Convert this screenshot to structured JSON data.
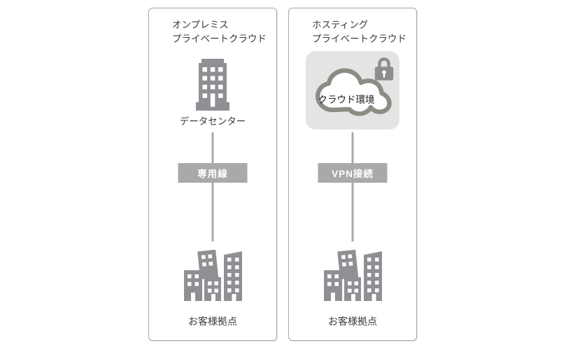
{
  "colors": {
    "icon_gray": "#8f9094",
    "badge_gray": "#a9a9a9",
    "line_gray": "#a9a9a9",
    "cloud_stroke": "#8c8c85",
    "cloud_fill": "#ffffff",
    "box_gray": "#e4e4e4",
    "lock_gray": "#8d8d8d",
    "panel_border": "#a6a6a6",
    "text_dark": "#3a3a3a",
    "badge_text": "#ffffff"
  },
  "panels": [
    {
      "title_line1": "オンプレミス",
      "title_line2": "プライベートクラウド",
      "node_icon": "office-building-icon",
      "node_label": "データセンター",
      "connection_label": "専用線",
      "site_icon": "city-buildings-icon",
      "site_label": "お客様拠点"
    },
    {
      "title_line1": "ホスティング",
      "title_line2": "プライベートクラウド",
      "node_icon": "secure-cloud-icon",
      "node_label": "クラウド環境",
      "connection_label": "VPN接続",
      "site_icon": "city-buildings-icon",
      "site_label": "お客様拠点"
    }
  ]
}
